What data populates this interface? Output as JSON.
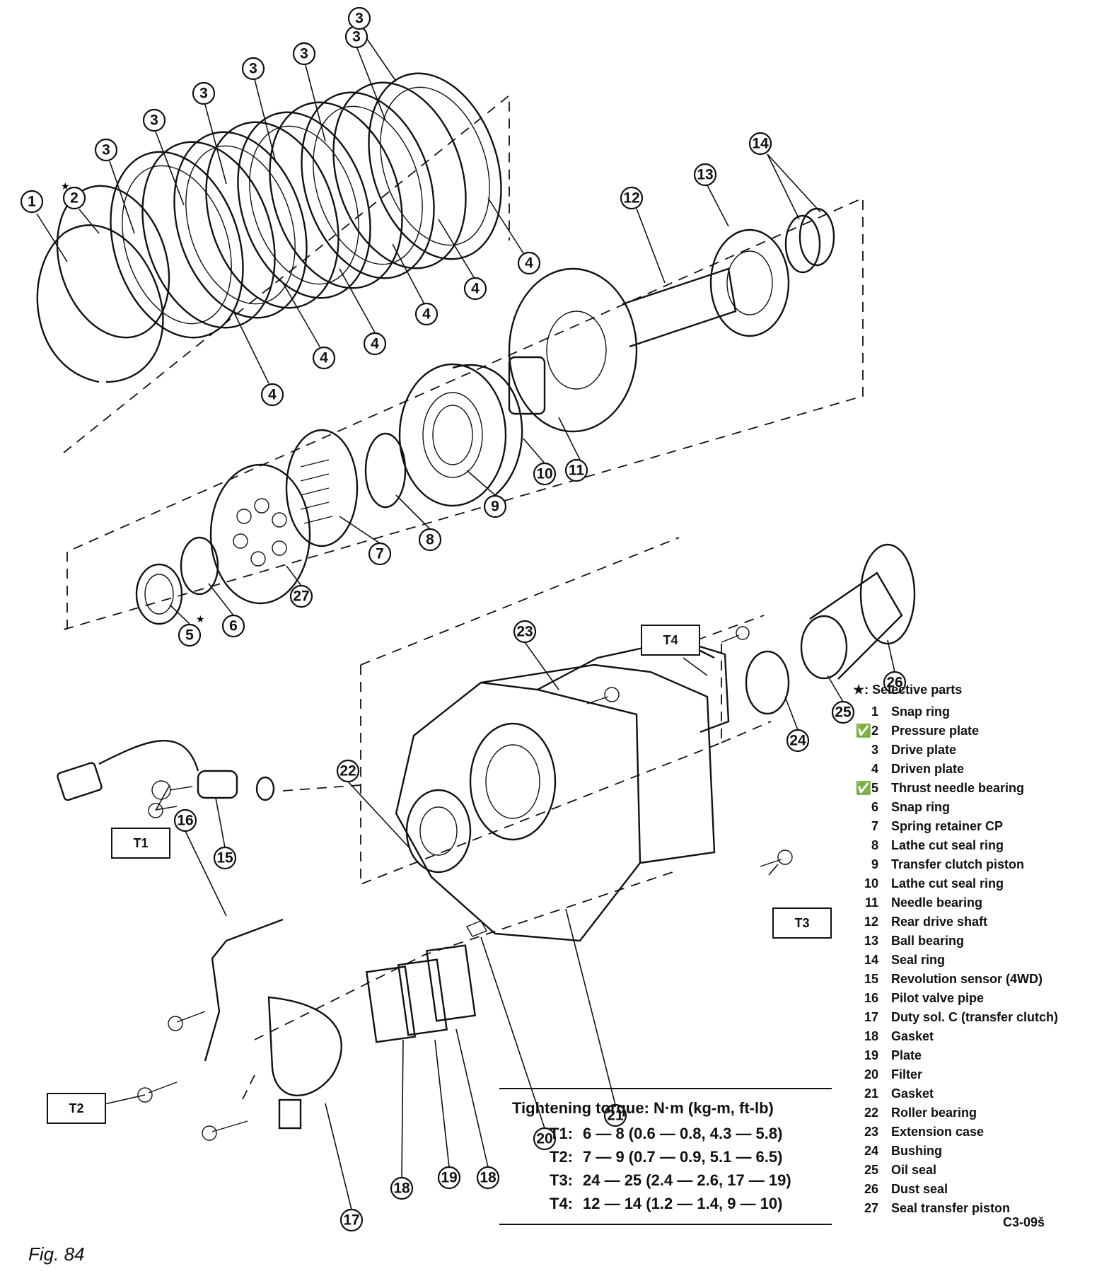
{
  "figure_caption": "Fig. 84",
  "drawing_code": "C3-09š",
  "legend": {
    "selective_note": "★: Selective parts",
    "items": [
      {
        "num": "1",
        "label": "Snap ring"
      },
      {
        "num": "✅2",
        "label": "Pressure plate"
      },
      {
        "num": "3",
        "label": "Drive plate"
      },
      {
        "num": "4",
        "label": "Driven plate"
      },
      {
        "num": "✅5",
        "label": "Thrust needle bearing"
      },
      {
        "num": "6",
        "label": "Snap ring"
      },
      {
        "num": "7",
        "label": "Spring retainer CP"
      },
      {
        "num": "8",
        "label": "Lathe cut seal ring"
      },
      {
        "num": "9",
        "label": "Transfer clutch piston"
      },
      {
        "num": "10",
        "label": "Lathe cut seal ring"
      },
      {
        "num": "11",
        "label": "Needle bearing"
      },
      {
        "num": "12",
        "label": "Rear drive shaft"
      },
      {
        "num": "13",
        "label": "Ball bearing"
      },
      {
        "num": "14",
        "label": "Seal ring"
      },
      {
        "num": "15",
        "label": "Revolution sensor (4WD)"
      },
      {
        "num": "16",
        "label": "Pilot valve pipe"
      },
      {
        "num": "17",
        "label": "Duty sol. C (transfer clutch)"
      },
      {
        "num": "18",
        "label": "Gasket"
      },
      {
        "num": "19",
        "label": "Plate"
      },
      {
        "num": "20",
        "label": "Filter"
      },
      {
        "num": "21",
        "label": "Gasket"
      },
      {
        "num": "22",
        "label": "Roller bearing"
      },
      {
        "num": "23",
        "label": "Extension case"
      },
      {
        "num": "24",
        "label": "Bushing"
      },
      {
        "num": "25",
        "label": "Oil seal"
      },
      {
        "num": "26",
        "label": "Dust seal"
      },
      {
        "num": "27",
        "label": "Seal transfer piston"
      }
    ]
  },
  "torque": {
    "title": "Tightening torque:  N·m (kg-m, ft-lb)",
    "rows": [
      {
        "key": "T1:",
        "value": "6 — 8 (0.6 — 0.8, 4.3 — 5.8)"
      },
      {
        "key": "T2:",
        "value": "7 — 9 (0.7 — 0.9, 5.1 — 6.5)"
      },
      {
        "key": "T3:",
        "value": "24 — 25 (2.4 — 2.6, 17 — 19)"
      },
      {
        "key": "T4:",
        "value": "12 — 14 (1.2 — 1.4, 9 — 10)"
      }
    ]
  },
  "torque_boxes": {
    "t1": "T1",
    "t2": "T2",
    "t3": "T3",
    "t4": "T4"
  },
  "callouts": {
    "c1": "1",
    "c2": "2",
    "c3": "3",
    "c4": "4",
    "c5": "5",
    "c6": "6",
    "c7": "7",
    "c8": "8",
    "c9": "9",
    "c10": "10",
    "c11": "11",
    "c12": "12",
    "c13": "13",
    "c14": "14",
    "c15": "15",
    "c16": "16",
    "c17": "17",
    "c18": "18",
    "c19": "19",
    "c20": "20",
    "c21": "21",
    "c22": "22",
    "c23": "23",
    "c24": "24",
    "c25": "25",
    "c26": "26",
    "c27": "27"
  },
  "selective_marks": {
    "mark2": "★",
    "mark5": "★"
  }
}
